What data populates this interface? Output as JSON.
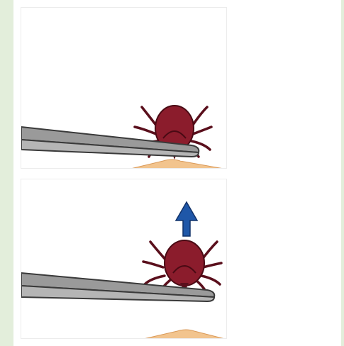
{
  "figure": {
    "panels": [
      {
        "step": "grasp",
        "arrow": false
      },
      {
        "step": "pull-up",
        "arrow": true,
        "arrow_direction": "up"
      }
    ],
    "colors": {
      "background": "#e3eedb",
      "tick_body": "#8b1c2c",
      "tick_outline": "#4a0a14",
      "skin": "#f2c48e",
      "tweezers": "#9a9a9a",
      "arrow": "#1f57a8"
    }
  }
}
